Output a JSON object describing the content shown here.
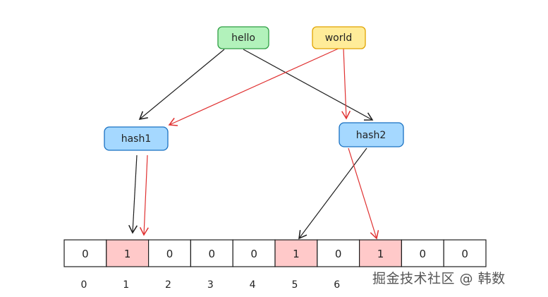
{
  "nodes": {
    "hello": {
      "label": "hello",
      "fill": "#b2f2bb"
    },
    "world": {
      "label": "world",
      "fill": "#ffec99"
    },
    "hash1": {
      "label": "hash1",
      "fill": "#a5d8ff"
    },
    "hash2": {
      "label": "hash2",
      "fill": "#a5d8ff"
    }
  },
  "bit_array": {
    "values": [
      "0",
      "1",
      "0",
      "0",
      "0",
      "1",
      "0",
      "1",
      "0",
      "0"
    ],
    "highlighted": [
      1,
      5,
      7
    ],
    "highlight_color": "#ffc9c9",
    "indices": [
      "0",
      "1",
      "2",
      "3",
      "4",
      "5",
      "6"
    ]
  },
  "colors": {
    "hello_arrows": "#1e1e1e",
    "world_arrows": "#e03131"
  },
  "watermark": "掘金技术社区 @ 韩数"
}
